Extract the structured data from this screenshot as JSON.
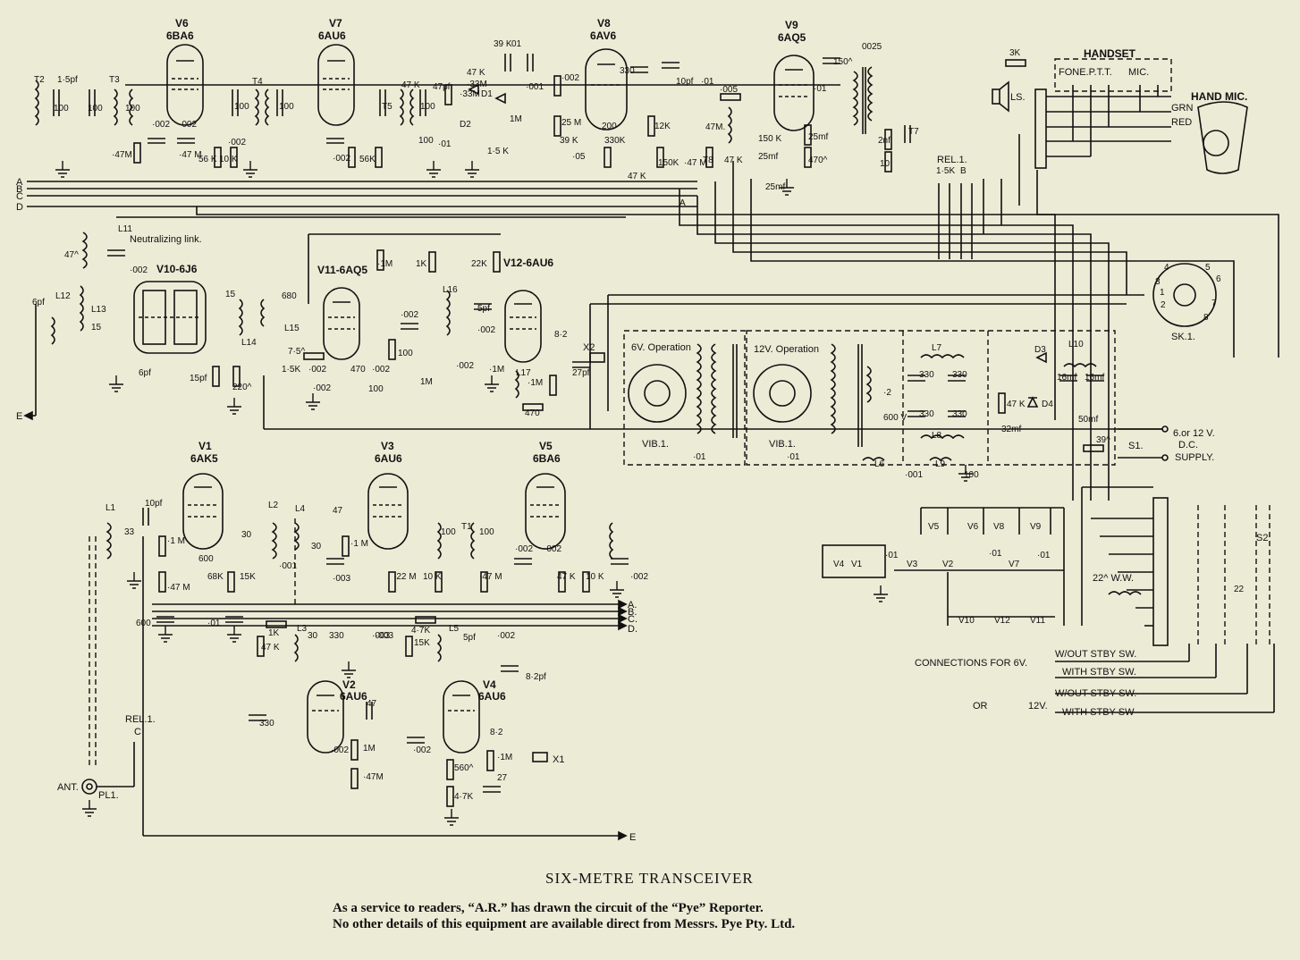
{
  "title": "SIX-METRE TRANSCEIVER",
  "caption": [
    "As a service to readers, “A.R.” has drawn the circuit of the “Pye” Reporter.",
    "No other details of this equipment are available direct from Messrs. Pye Pty. Ltd."
  ],
  "tubes": {
    "v6": {
      "ref": "V6",
      "type": "6BA6"
    },
    "v7": {
      "ref": "V7",
      "type": "6AU6"
    },
    "v8": {
      "ref": "V8",
      "type": "6AV6"
    },
    "v9": {
      "ref": "V9",
      "type": "6AQ5"
    },
    "v10": {
      "ref": "V10-6J6"
    },
    "v11": {
      "ref": "V11-6AQ5"
    },
    "v12": {
      "ref": "V12-6AU6"
    },
    "v1": {
      "ref": "V1",
      "type": "6AK5"
    },
    "v3": {
      "ref": "V3",
      "type": "6AU6"
    },
    "v5": {
      "ref": "V5",
      "type": "6BA6"
    },
    "v2": {
      "ref": "V2",
      "type": "6AU6"
    },
    "v4": {
      "ref": "V4",
      "type": "6AU6"
    }
  },
  "buses": [
    "A",
    "B",
    "C",
    "D"
  ],
  "buses_lower": [
    "A.",
    "B.",
    "C.",
    "D."
  ],
  "labels": {
    "neutralizing": "Neutralizing link.",
    "handset": "HANDSET",
    "fone_ptt": "FONE.P.T.T.",
    "mic": "MIC.",
    "hand_mic": "HAND MIC.",
    "grn": "GRN",
    "red": "RED",
    "ls": "LS.",
    "rel1": "REL.1.",
    "rel1c": "REL.1.",
    "relc": "C",
    "sk1": "SK.1.",
    "op6": "6V. Operation",
    "op12": "12V. Operation",
    "vib1a": "VIB.1.",
    "vib1b": "VIB.1.",
    "supply1": "6.or 12 V.",
    "supply2": "D.C.",
    "supply3": "SUPPLY.",
    "s1": "S1.",
    "s2": "S2",
    "ant": "ANT.",
    "pl1": "PL1.",
    "e": "E",
    "x1": "X1",
    "x2": "X2",
    "conn6": "CONNECTIONS FOR 6V.",
    "or": "OR",
    "v12lbl": "12V.",
    "wout1": "W/OUT STBY SW.",
    "with1": "WITH STBY SW.",
    "wout2": "W/OUT STBY SW.",
    "with2": "WITH STBY SW",
    "ww": "22^ W.W."
  },
  "components": [
    "T2",
    "1·5pf",
    "T3",
    "100",
    "100",
    "100",
    "·002",
    "·002",
    "·47M",
    "·47 M",
    "56 K",
    "10 K",
    "T4",
    "100",
    "100",
    "·002",
    "·002",
    "56K",
    "47 K",
    "T5",
    "100",
    "100",
    "·01",
    "47pf",
    "47 K",
    "·33M",
    "·33M",
    "D1",
    "D2",
    "39 K",
    "01",
    "·001",
    "1M",
    "·002",
    "25 M",
    "39 K",
    "1·5 K",
    "330",
    "10pf",
    "200",
    "330K",
    "·05",
    "12K",
    "150K",
    "·47 M",
    "47 K",
    "·01",
    "·005",
    "47M.",
    "T8",
    "47 K",
    "150 K",
    "25mf",
    "25mf",
    "25mf",
    "470^",
    "150^",
    "·01",
    "0025",
    "T7",
    "2nf",
    "10",
    "3K",
    "1·5K",
    "B",
    "A",
    "47^",
    "L11",
    "·002",
    "6pf",
    "6pf",
    "L12",
    "L13",
    "15",
    "15",
    "L14",
    "680",
    "L15",
    "15pf",
    "220^",
    "7·5^",
    "1·5K",
    "·002",
    "·002",
    "470",
    "·002",
    "100",
    "·002",
    "1M",
    "·1M",
    "100",
    "1K",
    "22K",
    "L16",
    "5pf",
    "·002",
    "·002",
    "L17",
    "·1M",
    "470",
    "8·2",
    "27pf",
    "·1M",
    "D3",
    "L10",
    "16mf",
    "16mf",
    "L7",
    "330",
    "330",
    "330",
    "330",
    "L8",
    "·2",
    "600 V",
    "47 K",
    "D4",
    "32mf",
    "50mf",
    "39^",
    "L6",
    "L9",
    "·001",
    "100",
    "·01",
    "·01",
    "1",
    "2",
    "3",
    "4",
    "5",
    "6",
    "7",
    "8",
    "L1",
    "10pf",
    "33",
    "·1 M",
    "·47 M",
    "600",
    "68K",
    "·01",
    "600",
    "L2",
    "30",
    "15K",
    "·001",
    "L4",
    "47",
    "30",
    "·1 M",
    "·003",
    "1K",
    "·003",
    "47 K",
    "L3",
    "30",
    "330",
    "·003",
    "T1",
    "100",
    "100",
    "·22 M",
    "10 K",
    "·47 M",
    "47 K",
    "10 K",
    "·002",
    "·002",
    "·002",
    "4·7K",
    "15K",
    "L5",
    "5pf",
    "·002",
    "8·2pf",
    "330",
    "47",
    "·002",
    "1M",
    "·47M",
    "8·2",
    "·1M",
    "·002",
    "560^",
    "27",
    "4·7K",
    "V4",
    "V1",
    "·01",
    "V3",
    "V2",
    "V5",
    "V6",
    "V8",
    "V9",
    "·01",
    "V7",
    "·01",
    "V10",
    "V12",
    "V11",
    "22"
  ]
}
